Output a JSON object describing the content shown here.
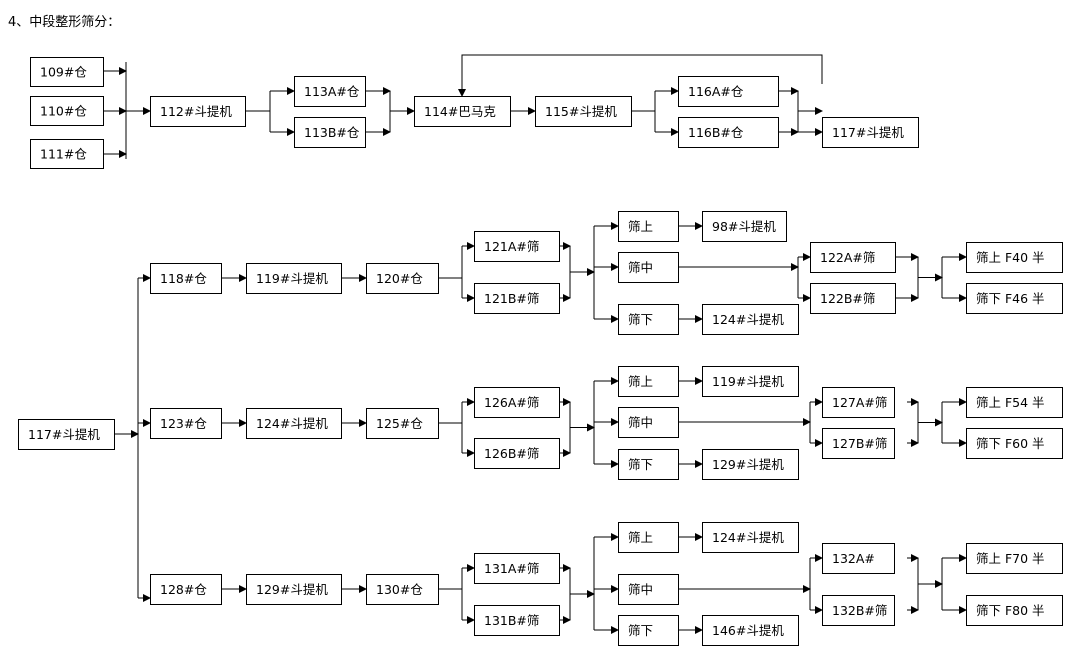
{
  "heading": "4、中段整形筛分：",
  "nodes": {
    "b109": "109#仓",
    "b110": "110#仓",
    "b111": "111#仓",
    "b112": "112#斗提机",
    "b113a": "113A#仓",
    "b113b": "113B#仓",
    "b114": "114#巴马克",
    "b115": "115#斗提机",
    "b116a": "116A#仓",
    "b116b": "116B#仓",
    "b117top": "117#斗提机",
    "b117": "117#斗提机",
    "b118": "118#仓",
    "b119": "119#斗提机",
    "b120": "120#仓",
    "b121a": "121A#筛",
    "b121b": "121B#筛",
    "s1up": "筛上",
    "s1mid": "筛中",
    "s1dn": "筛下",
    "b98": "98#斗提机",
    "b124x": "124#斗提机",
    "b122a": "122A#筛",
    "b122b": "122B#筛",
    "f40": "筛上 F40 半",
    "f46": "筛下 F46 半",
    "b123": "123#仓",
    "b124": "124#斗提机",
    "b125": "125#仓",
    "b126a": "126A#筛",
    "b126b": "126B#筛",
    "s2up": "筛上",
    "s2mid": "筛中",
    "s2dn": "筛下",
    "b119x": "119#斗提机",
    "b129x": "129#斗提机",
    "b127a": "127A#筛",
    "b127b": "127B#筛",
    "f54": "筛上 F54 半",
    "f60": "筛下 F60 半",
    "b128": "128#仓",
    "b129": "129#斗提机",
    "b130": "130#仓",
    "b131a": "131A#筛",
    "b131b": "131B#筛",
    "s3up": "筛上",
    "s3mid": "筛中",
    "s3dn": "筛下",
    "b124y": "124#斗提机",
    "b146": "146#斗提机",
    "b132a": "132A#",
    "b132b": "132B#筛",
    "f70": "筛上 F70 半",
    "f80": "筛下 F80 半"
  }
}
